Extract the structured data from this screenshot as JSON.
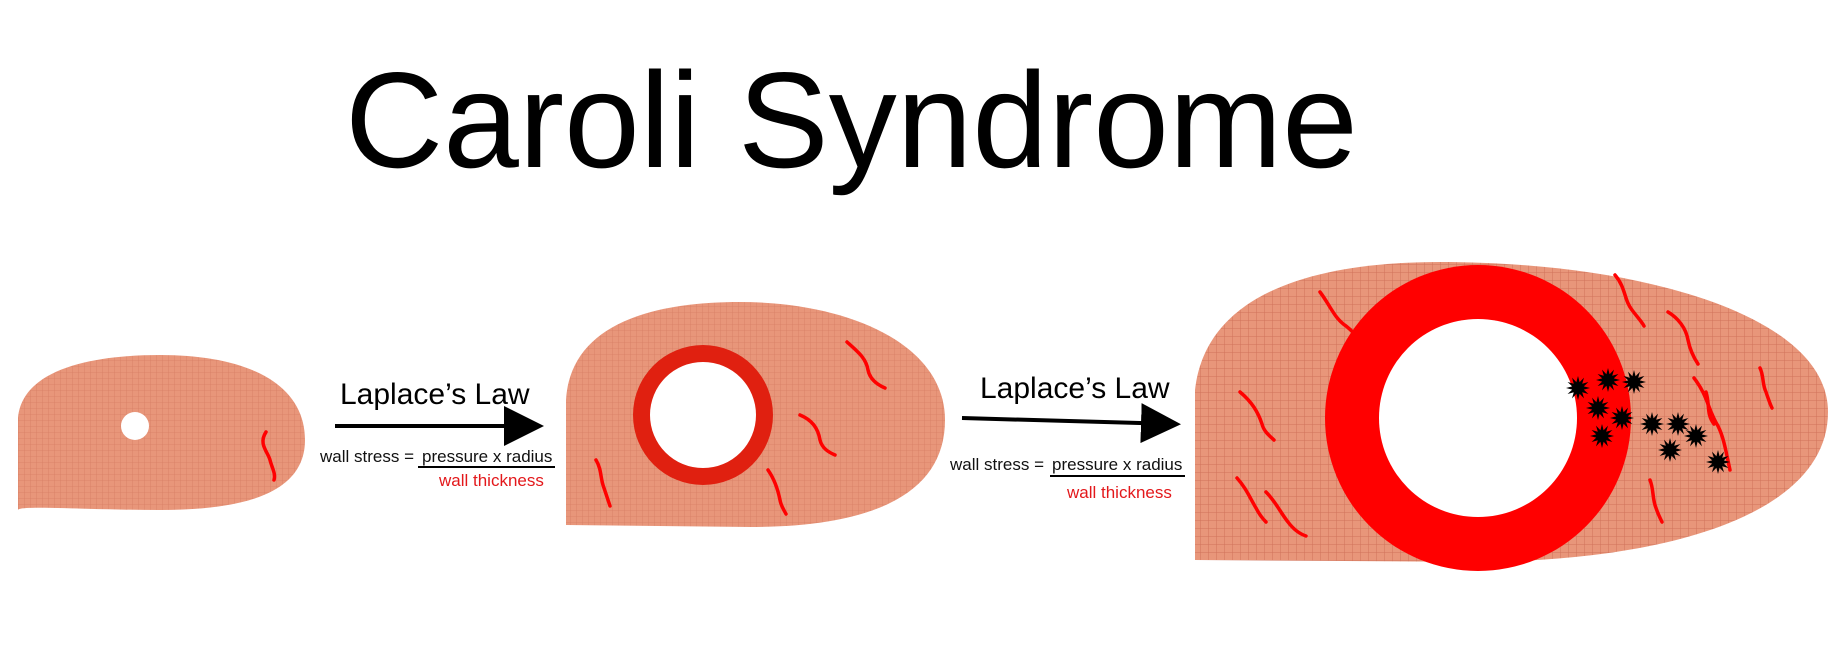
{
  "title": "Caroli Syndrome",
  "colors": {
    "tissue": "#e8967a",
    "tissue_grid": "#c86a52",
    "duct_wall": "#ff0000",
    "lumen": "#ffffff",
    "text": "#000000",
    "denominator": "#e3181b"
  },
  "transitions": [
    {
      "law": "Laplace’s Law",
      "wall_stress_label": "wall stress =",
      "numerator": "pressure x radius",
      "denominator": "wall thickness"
    },
    {
      "law": "Laplace’s Law",
      "wall_stress_label": "wall stress =",
      "numerator": "pressure x radius",
      "denominator": "wall thickness"
    }
  ]
}
